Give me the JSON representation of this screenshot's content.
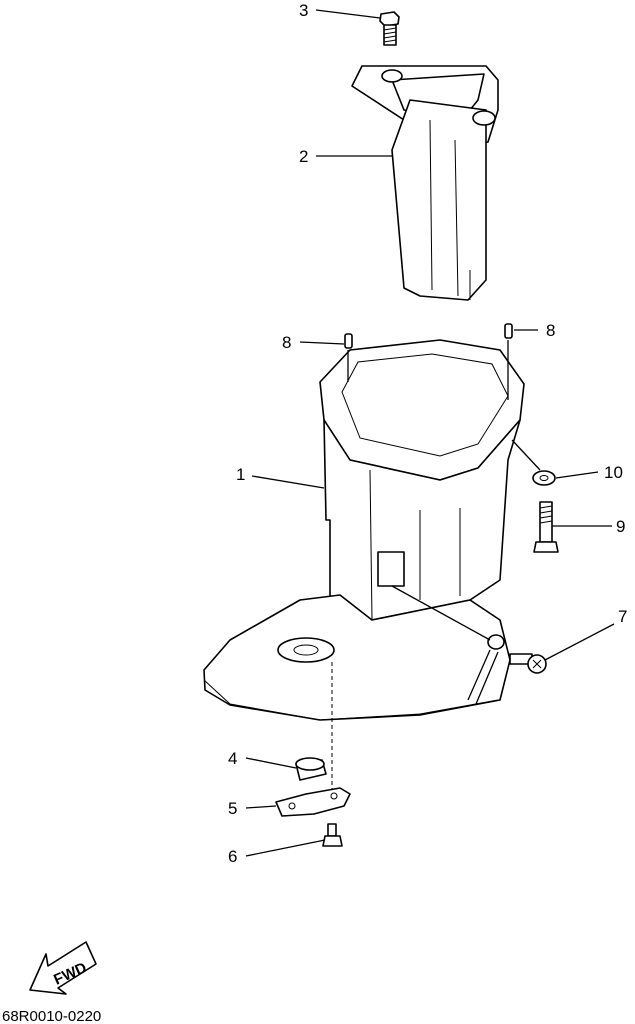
{
  "callouts": {
    "c1": "1",
    "c2": "2",
    "c3": "3",
    "c4": "4",
    "c5": "5",
    "c6": "6",
    "c7": "7",
    "c8a": "8",
    "c8b": "8",
    "c9": "9",
    "c10": "10"
  },
  "fwd_label": "FWD",
  "diagram_code": "68R0010-0220"
}
